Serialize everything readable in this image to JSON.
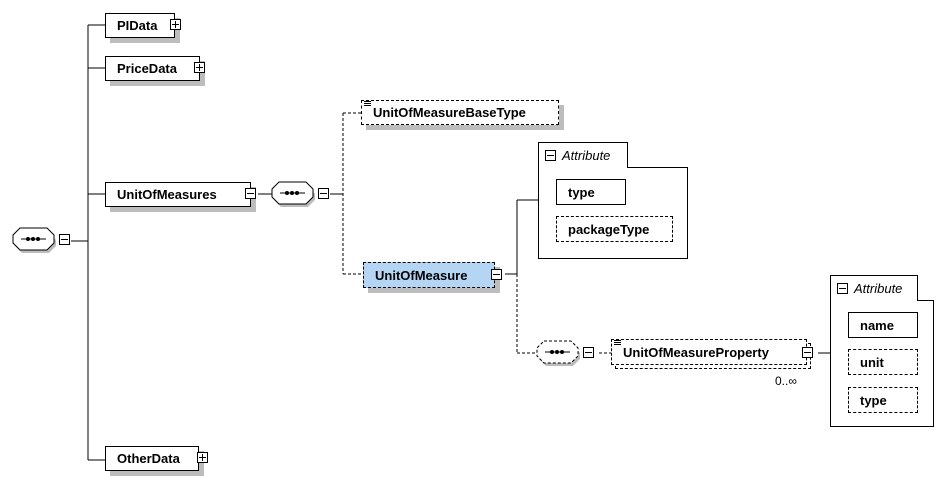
{
  "elements": {
    "pidata": "PIData",
    "pricedata": "PriceData",
    "unitofmeasures": "UnitOfMeasures",
    "unitofmeasurebasetype": "UnitOfMeasureBaseType",
    "unitofmeasure": "UnitOfMeasure",
    "unitofmeasureproperty": "UnitOfMeasureProperty",
    "otherdata": "OtherData"
  },
  "attributes_group_1": {
    "title": "Attribute",
    "items": [
      "type",
      "packageType"
    ]
  },
  "attributes_group_2": {
    "title": "Attribute",
    "items": [
      "name",
      "unit",
      "type"
    ]
  },
  "occurrence": "0..∞",
  "colors": {
    "selected": "#b5d5f5",
    "shadow": "#bdbdbd",
    "line": "#000000"
  },
  "icons": [
    "collapse-icon",
    "expand-icon",
    "sequence-icon",
    "list-type-icon"
  ]
}
